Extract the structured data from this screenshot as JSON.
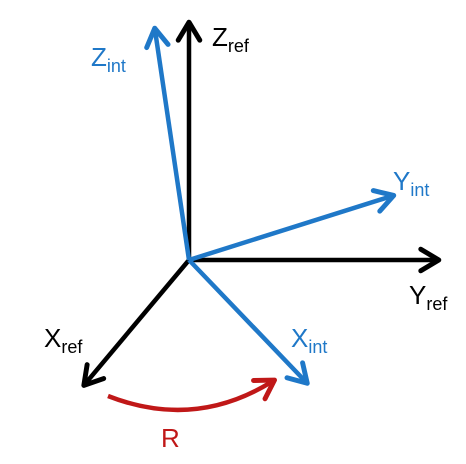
{
  "colors": {
    "reference": "#000000",
    "intermediate": "#1f78c8",
    "rotation": "#c01818"
  },
  "axes": {
    "reference": {
      "x": {
        "base": "X",
        "sub": "ref"
      },
      "y": {
        "base": "Y",
        "sub": "ref"
      },
      "z": {
        "base": "Z",
        "sub": "ref"
      }
    },
    "intermediate": {
      "x": {
        "base": "X",
        "sub": "int"
      },
      "y": {
        "base": "Y",
        "sub": "int"
      },
      "z": {
        "base": "Z",
        "sub": "int"
      }
    }
  },
  "rotation": {
    "label": "R"
  }
}
